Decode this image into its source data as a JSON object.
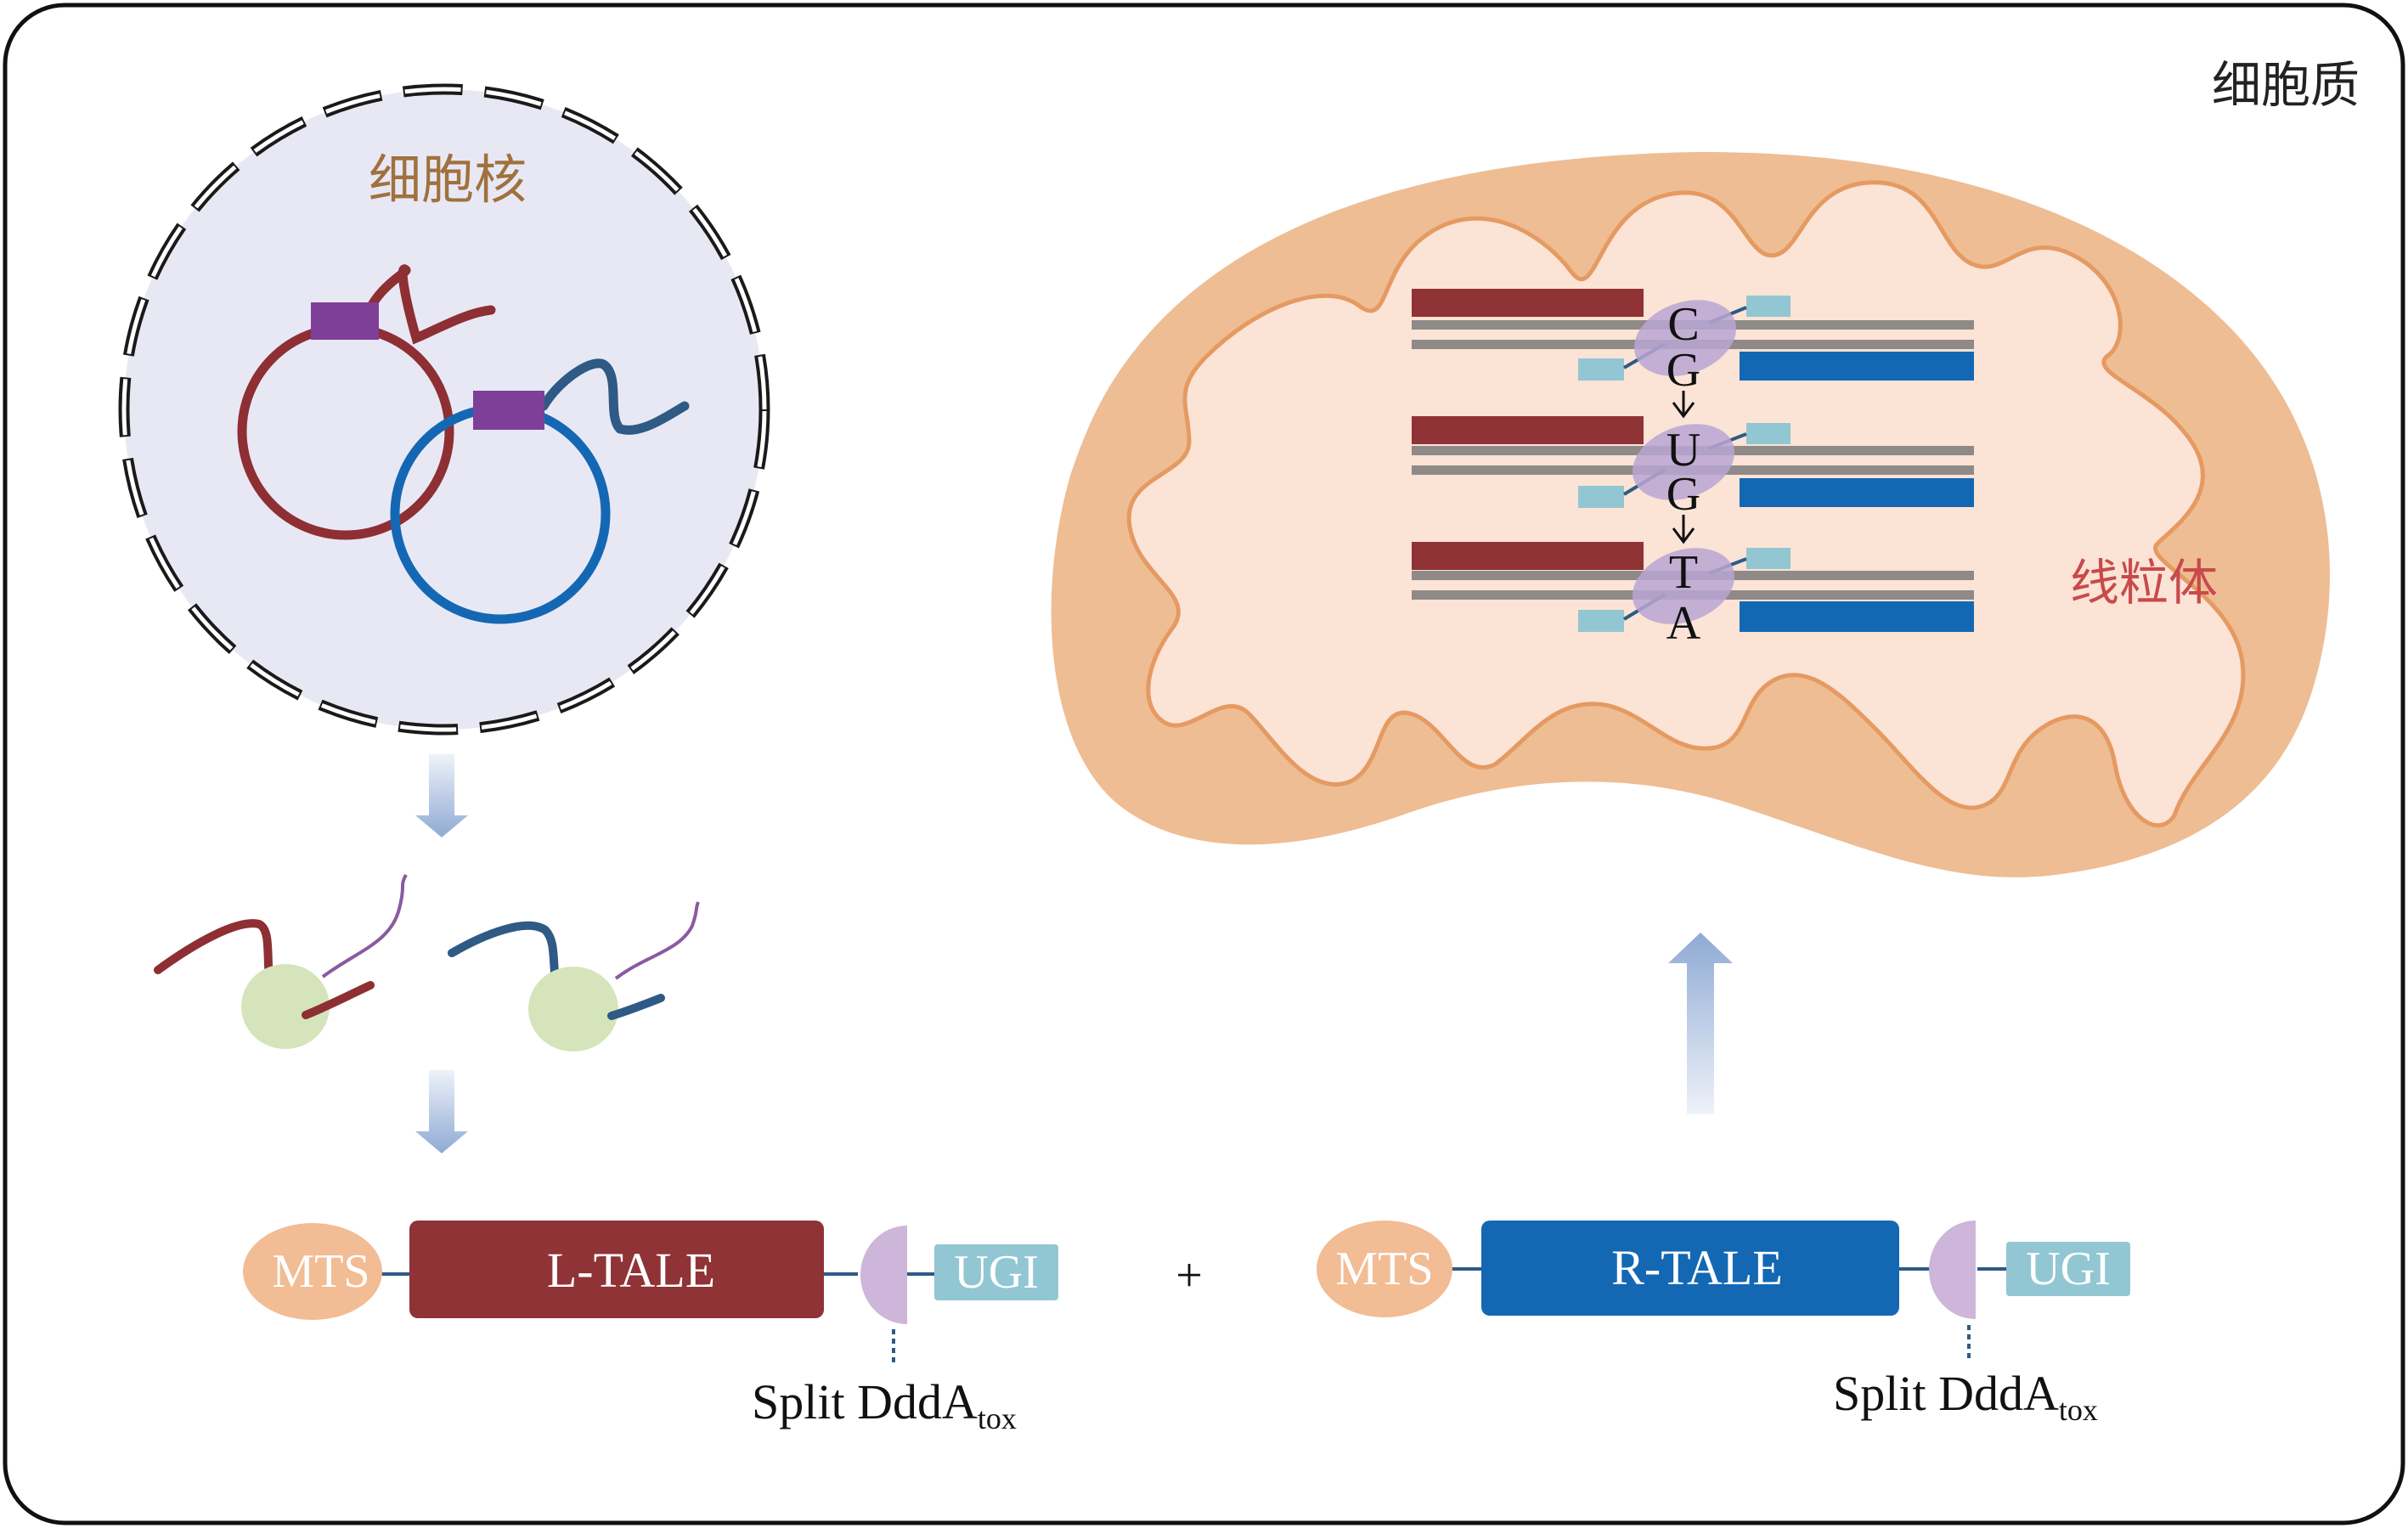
{
  "labels": {
    "cytoplasm": "细胞质",
    "nucleus": "细胞核",
    "mitochondrion": "线粒体"
  },
  "bases": [
    "C",
    "G",
    "U",
    "G",
    "T",
    "A"
  ],
  "constructs": {
    "left": {
      "mts": "MTS",
      "tale": "L-TALE",
      "ugi": "UGI",
      "split_main": "Split DddA",
      "split_sub": "tox"
    },
    "plus": "+",
    "right": {
      "mts": "MTS",
      "tale": "R-TALE",
      "ugi": "UGI",
      "split_main": "Split DddA",
      "split_sub": "tox"
    }
  },
  "colors": {
    "border": "#111111",
    "nucleus_fill": "#e8e8f5",
    "red_strand": "#8e2f33",
    "blue_strand": "#1468b3",
    "navy_strand": "#2e5a85",
    "purple_box": "#7e3f98",
    "ribosome": "#d5e4bb",
    "mrna": "#8a5aa0",
    "mts_fill": "#f2bc94",
    "tale_left": "#8f3336",
    "tale_right": "#1468b3",
    "ugi_fill": "#93c6d3",
    "ugi_text": "#ffffff",
    "dd_fill": "#cdb6d9",
    "dna_gray": "#8f8a88",
    "mito_outer": "#eebd94",
    "mito_inner": "#fbe3d6",
    "mito_label": "#c84a4a",
    "nucleus_label": "#a0713e",
    "arrow_light": "#dbe3f1",
    "arrow_dark": "#93aed7"
  }
}
